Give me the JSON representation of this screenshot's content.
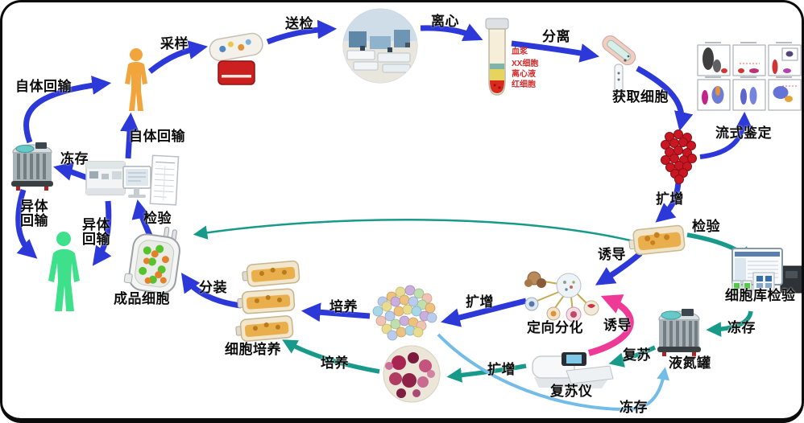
{
  "diagram_type": "cell-therapy-workflow-flowchart",
  "labels": {
    "sampling": "采样",
    "send_for_testing": "送检",
    "centrifugation": "离心",
    "separation": "分离",
    "obtain_cells": "获取细胞",
    "flow_identification": "流式鉴定",
    "expansion_right": "扩增",
    "expansion_mid": "扩增",
    "expansion_bottom": "扩增",
    "inspection_right": "检验",
    "inspection_left": "检验",
    "induction_flask": "诱导",
    "induction_thaw": "诱导",
    "cell_bank_inspection": "细胞库检验",
    "cryopreserve_right": "冻存",
    "cryopreserve_bottom": "冻存",
    "cryopreserve_left": "冻存",
    "liquid_nitrogen_tank": "液氮罐",
    "resuscitation": "复苏",
    "resuscitation_instrument": "复苏仪",
    "directed_differentiation": "定向分化",
    "culture_mid": "培养",
    "culture_bottom": "培养",
    "cell_culture": "细胞培养",
    "aliquot": "分装",
    "finished_cells": "成品细胞",
    "allogeneic_reinfusion_outer": "异体\n回输",
    "allogeneic_reinfusion_inner": "异体\n回输",
    "autologous_reinfusion_left": "自体回输",
    "autologous_reinfusion_mid": "自体回输"
  },
  "tube_layers": {
    "plasma": "血浆",
    "cells": "XX细胞",
    "buffy": "离心液",
    "rbc": "红细胞"
  },
  "icons": [
    "donor-person-icon",
    "blood-bag-icon",
    "laboratory-photo",
    "centrifuge-tube-icon",
    "pipette-separation-icon",
    "flow-cytometry-panel",
    "red-cell-cluster-icon",
    "culture-flask-icon",
    "cell-bank-computer-icon",
    "liquid-nitrogen-tank-icon",
    "thawing-instrument-icon",
    "directed-differentiation-icon",
    "pastel-cell-cluster-icon",
    "stained-cells-microscopy-icon",
    "culture-flask-stack-icon",
    "cell-product-bag-icon",
    "analyzer-machine-icon",
    "report-monitor-icon",
    "report-document-icon",
    "liquid-nitrogen-tank-left-icon",
    "recipient-person-icon"
  ],
  "colors": {
    "arrow_blue": "#2c38d8",
    "arrow_teal": "#189a8a",
    "arrow_lightblue": "#74bce8",
    "arrow_pink": "#ee3a96",
    "person_orange": "#f2a53d",
    "person_green": "#3fe08c",
    "red_cells": "#c81722",
    "flask_amber": "#e7a83e",
    "tube_label": "#cf2b2b"
  }
}
